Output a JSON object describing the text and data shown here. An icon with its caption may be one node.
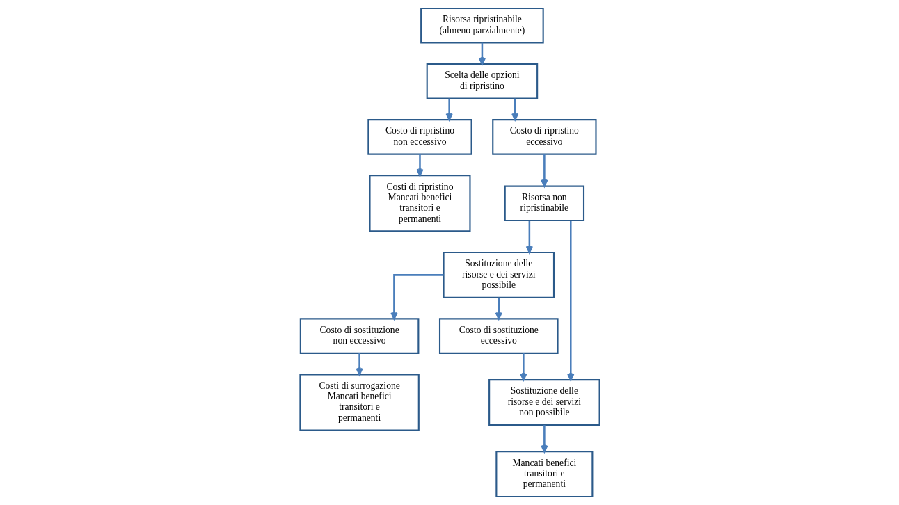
{
  "diagram": {
    "nodes": [
      {
        "text": [
          "Risorsa ripristinabile (almeno parzialmente)"
        ]
      },
      {
        "text": [
          "Scelta delle opzioni di ripristino"
        ]
      },
      {
        "text": [
          "Costo di ripristino non eccessivo"
        ]
      },
      {
        "text": [
          "Costo di ripristino eccessivo"
        ]
      },
      {
        "text": [
          "Costi di ripristino",
          "Mancati benefici transitori e permanenti"
        ]
      },
      {
        "text": [
          "Risorsa non ripristinabile"
        ]
      },
      {
        "text": [
          "Sostituzione delle risorse e dei servizi possibile"
        ]
      },
      {
        "text": [
          "Sostituzione delle risorse e dei servizi non possibile"
        ]
      },
      {
        "text": [
          "Costo di sostituzione non eccessivo"
        ]
      },
      {
        "text": [
          "Costo di sostituzione eccessivo"
        ]
      },
      {
        "text": [
          "Costi di surrogazione",
          "Mancati benefici transitori e permanenti"
        ]
      },
      {
        "text": [
          "Mancati benefici transitori e permanenti"
        ]
      }
    ],
    "edges": [
      {
        "from": 0,
        "to": 1,
        "arrow": "to"
      },
      {
        "from": 1,
        "to": 2,
        "arrow": "to"
      },
      {
        "from": 1,
        "to": 3,
        "arrow": "to"
      },
      {
        "from": 2,
        "to": 4,
        "arrow": "to"
      },
      {
        "from": 3,
        "to": 5,
        "arrow": "to"
      },
      {
        "from": 5,
        "to": 6,
        "arrow": "to"
      },
      {
        "from": 5,
        "to": 7,
        "arrow": "to"
      },
      {
        "from": 6,
        "to": 8,
        "arrow": "to"
      },
      {
        "from": 6,
        "to": 9,
        "arrow": "to"
      },
      {
        "from": 8,
        "to": 10,
        "arrow": "to"
      },
      {
        "from": 9,
        "to": 7,
        "arrow": "to"
      },
      {
        "from": 7,
        "to": 11,
        "arrow": "to"
      }
    ]
  }
}
